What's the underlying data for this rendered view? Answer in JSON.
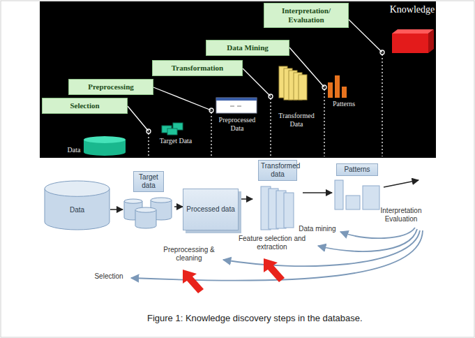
{
  "diagram": {
    "caption": "Figure 1: Knowledge discovery steps in the database.",
    "nodes": [
      {
        "text": [
          "Selection"
        ]
      },
      {
        "text": [
          "Preprocessing"
        ]
      },
      {
        "text": [
          "Transformation"
        ]
      },
      {
        "text": [
          "Data Mining"
        ]
      },
      {
        "text": [
          "Interpretation/ Evaluation"
        ]
      },
      {
        "text": [
          "Data"
        ]
      },
      {
        "text": [
          "Target data"
        ]
      },
      {
        "text": [
          "Processed data"
        ]
      },
      {
        "text": [
          "Transformed data"
        ]
      },
      {
        "text": [
          "Patterns"
        ]
      }
    ],
    "edges": [
      {
        "from": 5,
        "to": 6,
        "arrow": "to"
      },
      {
        "from": 6,
        "to": 7,
        "arrow": "to"
      },
      {
        "from": 7,
        "to": 8,
        "arrow": "to"
      },
      {
        "from": 8,
        "to": 9,
        "arrow": "to"
      }
    ],
    "labels": [
      "Knowledge",
      "Data",
      "Target Data",
      "Preprocessed Data",
      "Transformed Data",
      "Patterns",
      "Data mining",
      "Interpretation Evaluation",
      "Feature selection and extraction",
      "Preprocessing & cleaning",
      "Selection"
    ]
  }
}
